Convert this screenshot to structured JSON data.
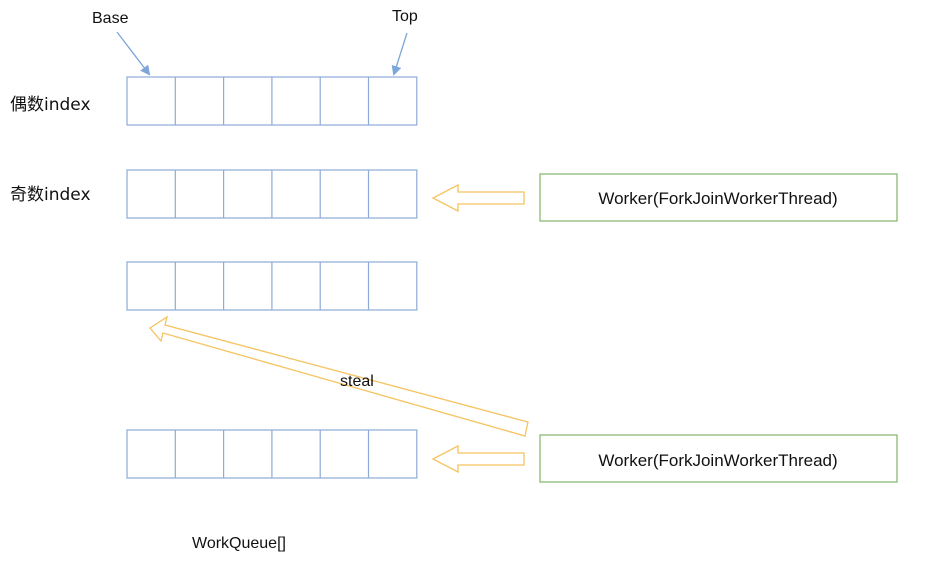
{
  "labels": {
    "base": "Base",
    "top": "Top",
    "even_index": "偶数index",
    "odd_index": "奇数index",
    "steal": "steal",
    "work_queue": "WorkQueue[]"
  },
  "queues": [
    {
      "cells": 6
    },
    {
      "cells": 6
    },
    {
      "cells": 6
    },
    {
      "cells": 6
    }
  ],
  "workers": [
    {
      "label": "Worker(ForkJoinWorkerThread)"
    },
    {
      "label": "Worker(ForkJoinWorkerThread)"
    }
  ],
  "colors": {
    "queue_border": "#8eaad7",
    "worker_border": "#82b366",
    "arrow": "#f5c460",
    "pointer_arrow": "#7ea6d8"
  }
}
